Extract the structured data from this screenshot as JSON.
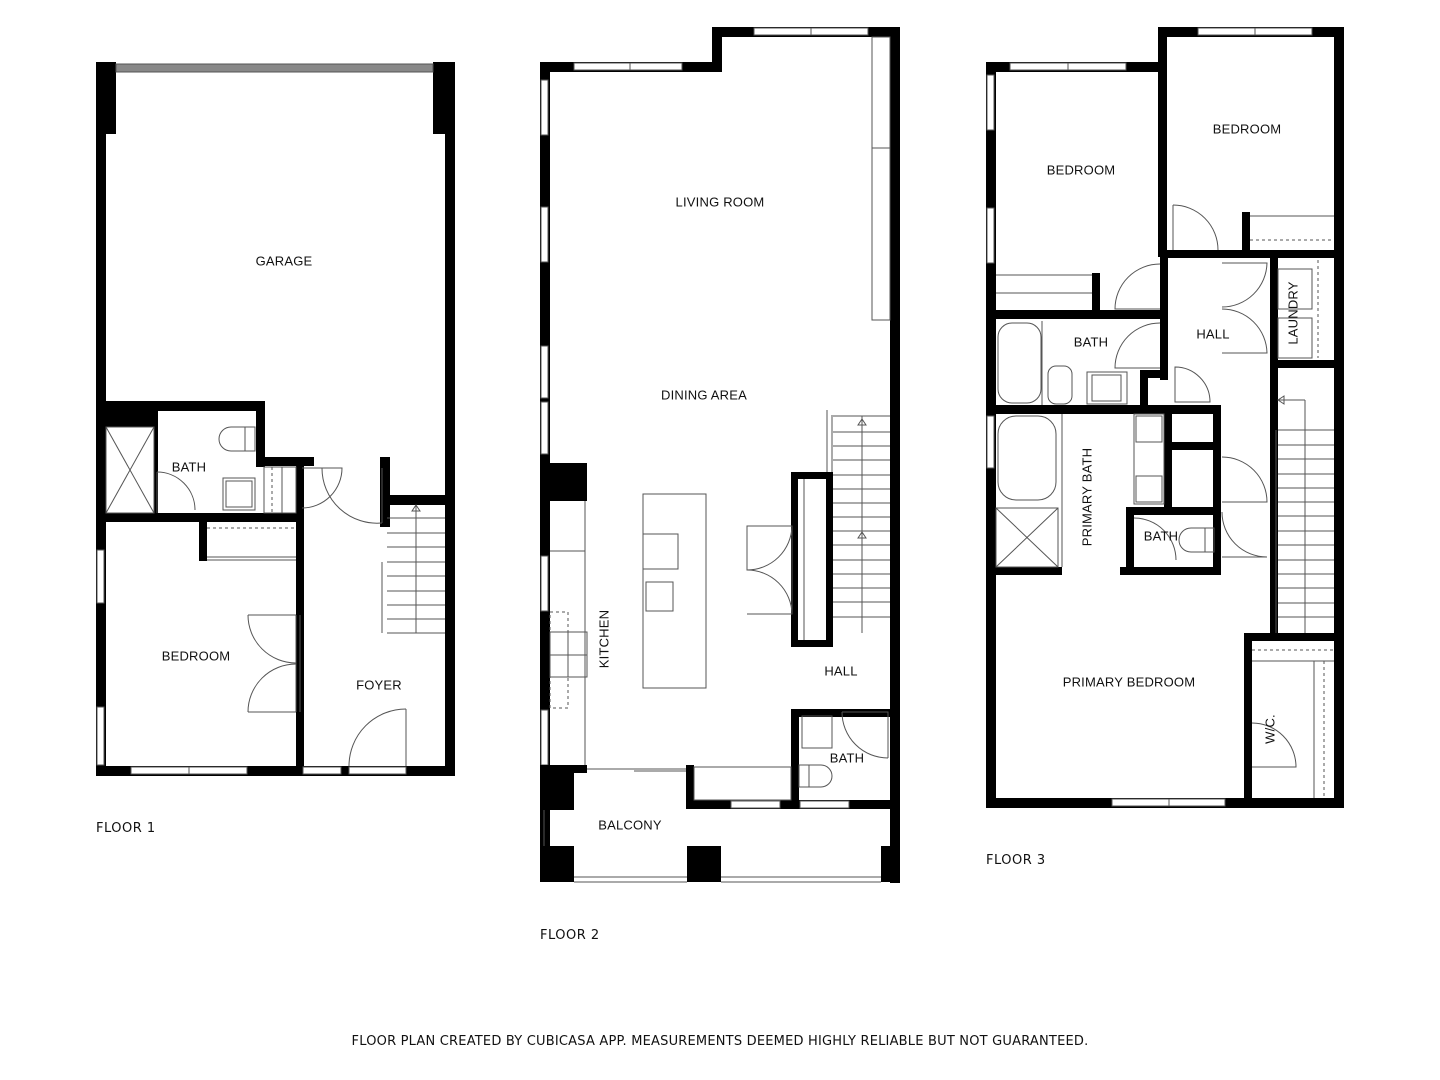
{
  "floors": [
    {
      "label": "FLOOR 1",
      "rooms": [
        {
          "name": "GARAGE"
        },
        {
          "name": "BATH"
        },
        {
          "name": "BEDROOM"
        },
        {
          "name": "FOYER"
        }
      ]
    },
    {
      "label": "FLOOR 2",
      "rooms": [
        {
          "name": "LIVING ROOM"
        },
        {
          "name": "DINING AREA"
        },
        {
          "name": "KITCHEN"
        },
        {
          "name": "HALL"
        },
        {
          "name": "BATH"
        },
        {
          "name": "BALCONY"
        }
      ]
    },
    {
      "label": "FLOOR 3",
      "rooms": [
        {
          "name": "BEDROOM"
        },
        {
          "name": "BEDROOM"
        },
        {
          "name": "BATH"
        },
        {
          "name": "HALL"
        },
        {
          "name": "LAUNDRY"
        },
        {
          "name": "PRIMARY BATH"
        },
        {
          "name": "BATH"
        },
        {
          "name": "PRIMARY BEDROOM"
        },
        {
          "name": "W/C."
        }
      ]
    }
  ],
  "footer": {
    "disclaimer": "FLOOR PLAN CREATED BY CUBICASA APP. MEASUREMENTS DEEMED HIGHLY RELIABLE BUT NOT GUARANTEED."
  },
  "colors": {
    "wall": "#000000",
    "line": "#555555",
    "background": "#ffffff"
  }
}
